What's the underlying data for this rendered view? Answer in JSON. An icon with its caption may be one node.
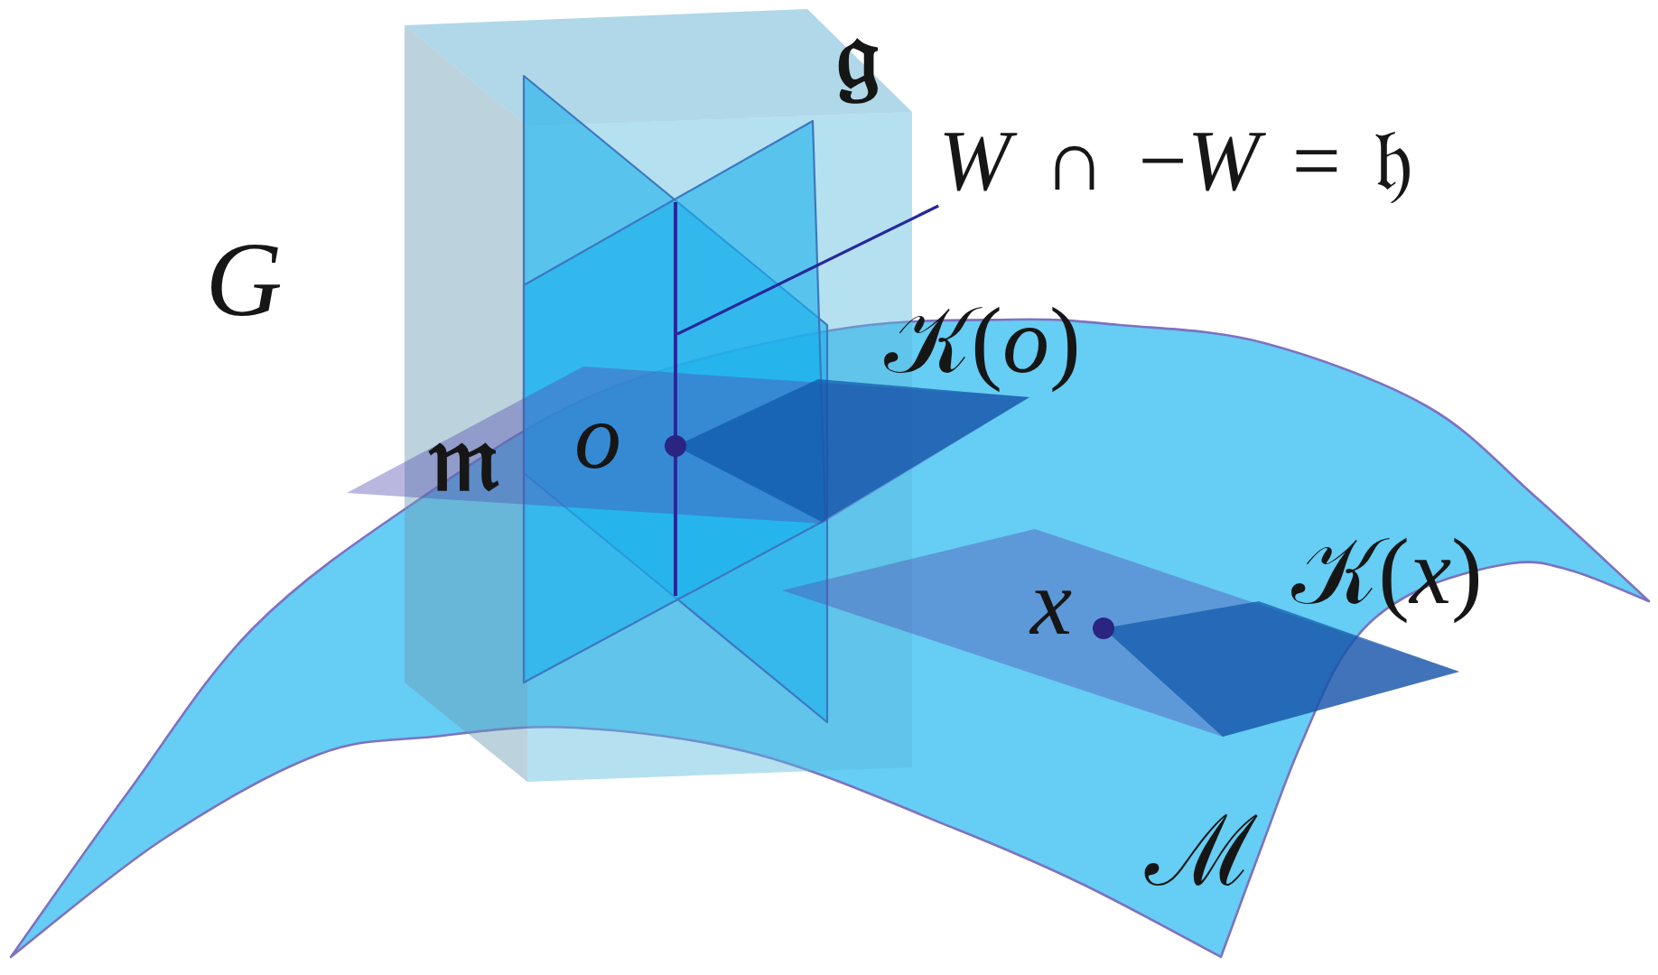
{
  "diagram": {
    "nodes": [
      {
        "text": [
          "*W* ∩ −*W* = 𝔥"
        ]
      },
      {
        "text": [],
        "shape": "line"
      },
      {
        "text": [],
        "shape": "diamond",
        "beside": [
          "𝒦(*o*)"
        ]
      },
      {
        "text": [],
        "shape": "diamond",
        "beside": [
          "𝒦(*x*)"
        ]
      }
    ],
    "edges": [
      {
        "from": 0,
        "to": 1,
        "arrow": "none"
      }
    ],
    "labels": [
      "𝔤",
      "G",
      "𝔪",
      "o",
      "x",
      "ℳ"
    ]
  }
}
